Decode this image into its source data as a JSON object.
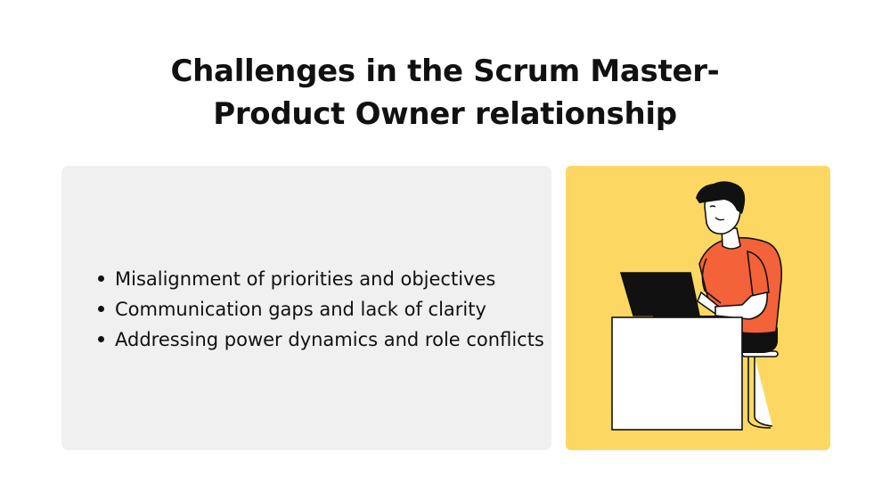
{
  "slide": {
    "title_line1": "Challenges in the Scrum Master-",
    "title_line2": "Product Owner relationship",
    "bullets": [
      "Misalignment of priorities and objectives",
      "Communication gaps and lack of clarity",
      "Addressing power dynamics and role conflicts"
    ]
  },
  "colors": {
    "left_card": "#f0f0f0",
    "right_card": "#fcd863",
    "shirt": "#f4623a",
    "text": "#111111"
  },
  "illustration": {
    "icon": "person-at-laptop-icon"
  }
}
